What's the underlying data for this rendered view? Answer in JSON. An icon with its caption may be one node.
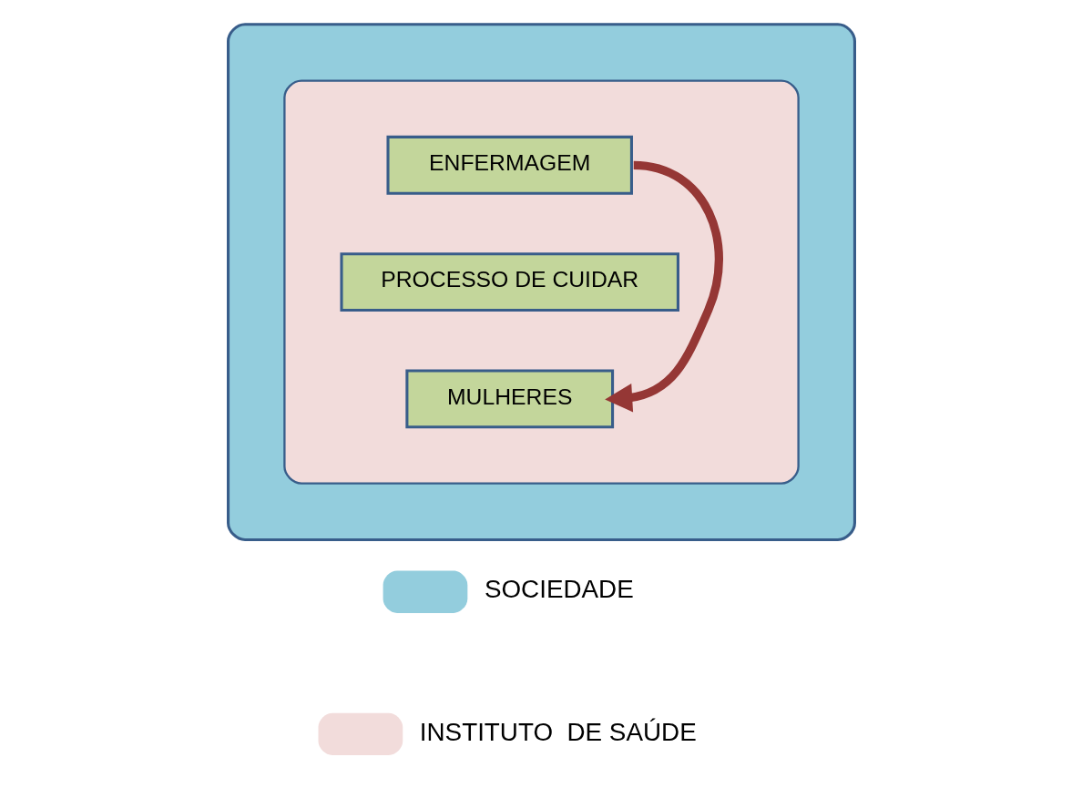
{
  "diagram": {
    "nodes": [
      {
        "text": [],
        "shape": "box"
      },
      {
        "text": [],
        "shape": "ellipse",
        "in": 0
      },
      {
        "text": [
          "ENFERMAGEM"
        ],
        "in": 1
      },
      {
        "text": [
          "PROCESSO DE CUIDAR"
        ],
        "in": 1
      },
      {
        "text": [
          "MULHERES"
        ],
        "in": 1
      }
    ],
    "edges": [
      {
        "from": 2,
        "to": 4,
        "arrow": "to",
        "color": "#953735"
      }
    ],
    "legend": [
      {
        "text": "SOCIEDADE",
        "color": "#93cddd"
      },
      {
        "text": "INSTITUTO  DE SAÚDE",
        "color": "#f2dcdb"
      }
    ]
  }
}
